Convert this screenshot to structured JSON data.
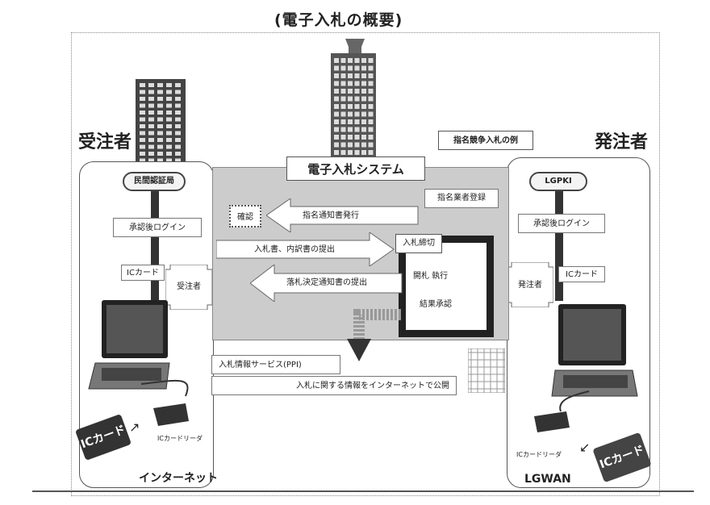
{
  "title": "(電子入札の概要)",
  "left": {
    "label": "受注者",
    "authority": "民間認証局",
    "login": "承認後ログイン",
    "ic_card": "ICカード",
    "role": "受注者",
    "reader": "ICカードリーダ",
    "card": "ICカード",
    "network": "インターネット"
  },
  "right": {
    "label": "発注者",
    "authority": "LGPKI",
    "login": "承認後ログイン",
    "ic_card": "ICカード",
    "role": "発注者",
    "reader": "ICカードリーダ",
    "card": "ICカード",
    "network": "LGWAN"
  },
  "center": {
    "system": "電子入札システム",
    "example": "指名競争入札の例",
    "registration": "指名業者登録",
    "confirm": "確認",
    "notice": "指名通知書発行",
    "bid": "入札書、内訳書の提出",
    "deadline": "入札締切",
    "opening": "開札 執行",
    "approval": "結果承認",
    "award_notice": "落札決定通知書の提出"
  },
  "ppi": {
    "title": "入札情報サービス(PPI)",
    "desc": "入札に関する情報をインターネットで公開"
  }
}
